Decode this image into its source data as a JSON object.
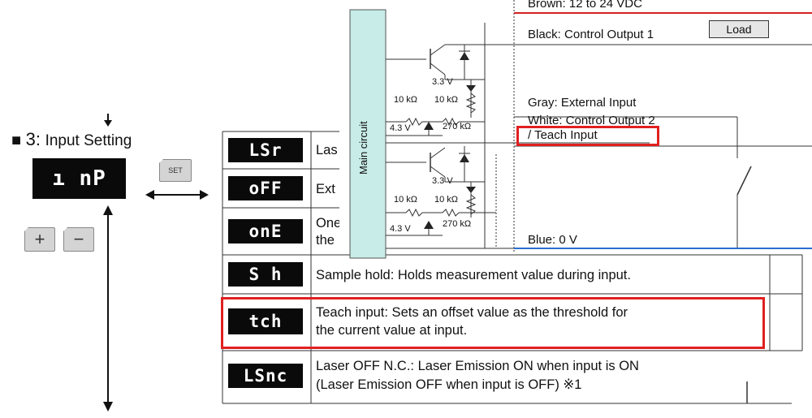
{
  "left_panel": {
    "section_marker": "■",
    "section_number": "3:",
    "section_title": "Input Setting",
    "display_value": "ı nP",
    "set_key": "SET",
    "plus_key": "+",
    "minus_key": "−"
  },
  "options": [
    {
      "code": "LSr",
      "desc": [
        "Las",
        ""
      ]
    },
    {
      "code": "oFF",
      "desc": [
        "Ext",
        ""
      ]
    },
    {
      "code": "onE",
      "desc": [
        "One",
        "the"
      ]
    },
    {
      "code": "S h",
      "desc": [
        "Sample hold: Holds measurement value during input.",
        ""
      ]
    },
    {
      "code": "tch",
      "desc": [
        "Teach input: Sets an offset value as the threshold for",
        "the current value at input."
      ]
    },
    {
      "code": "LSnc",
      "desc": [
        "Laser OFF N.C.: Laser Emission ON when input is ON",
        "(Laser Emission OFF when input is OFF) ※1"
      ]
    }
  ],
  "circuit": {
    "main_label": "Main circuit",
    "wires": {
      "brown": "Brown: 12 to 24 VDC",
      "black": "Black: Control Output 1",
      "gray": "Gray: External Input",
      "white": "White: Control Output 2",
      "teach": "/ Teach Input",
      "blue": "Blue: 0 V"
    },
    "load_label": "Load",
    "components": {
      "v33_a": "3.3 V",
      "r10k_a1": "10 kΩ",
      "r10k_a2": "10 kΩ",
      "v43_a": "4.3 V",
      "r270_a": "270 kΩ",
      "v33_b": "3.3 V",
      "r10k_b1": "10 kΩ",
      "r10k_b2": "10 kΩ",
      "v43_b": "4.3 V",
      "r270_b": "270 kΩ"
    }
  },
  "colors": {
    "highlight": "#e02020",
    "brown_wire": "#d42020",
    "blue_wire": "#2a6fd0",
    "main_circuit_fill": "#c8ece8"
  }
}
